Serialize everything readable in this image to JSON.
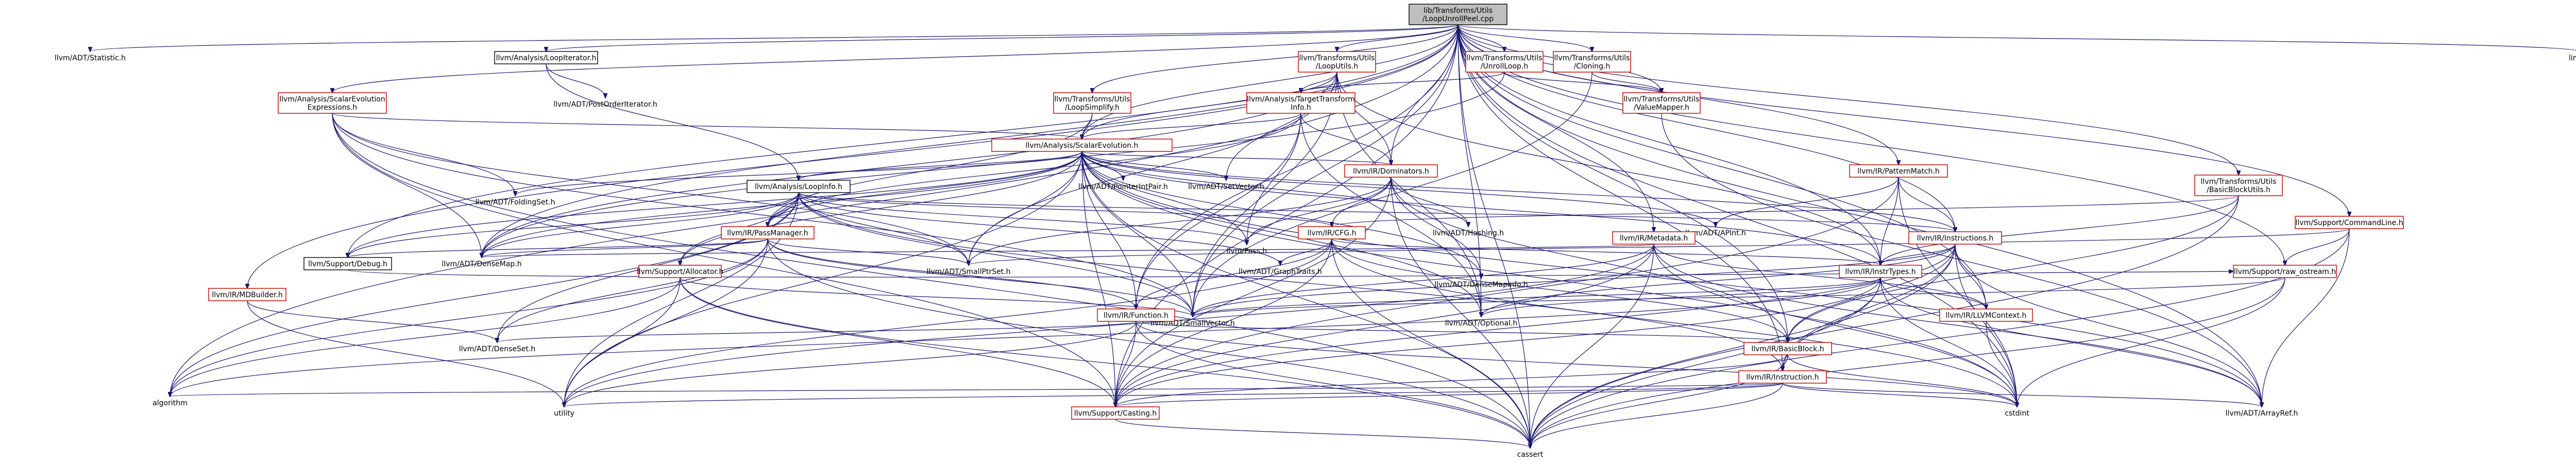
{
  "diagram": {
    "kind": "include-dependency-graph",
    "colors": {
      "edge": "#191970",
      "red_border": "#c00000",
      "root_fill": "#bfbfbf",
      "node_fill": "#ffffff"
    },
    "nodes": [
      {
        "id": "root",
        "label": [
          "lib/Transforms/Utils",
          "/LoopUnrollPeel.cpp"
        ],
        "style": "root"
      },
      {
        "id": "stat",
        "label": [
          "llvm/ADT/Statistic.h"
        ],
        "style": "plain"
      },
      {
        "id": "loopiter",
        "label": [
          "llvm/Analysis/LoopIterator.h"
        ],
        "style": "black"
      },
      {
        "id": "scevexp",
        "label": [
          "llvm/Analysis/ScalarEvolution",
          "Expressions.h"
        ],
        "style": "red"
      },
      {
        "id": "postorder",
        "label": [
          "llvm/ADT/PostOrderIterator.h"
        ],
        "style": "plain"
      },
      {
        "id": "tloop",
        "label": [
          "llvm/Transforms/Utils",
          "/LoopUtils.h"
        ],
        "style": "red"
      },
      {
        "id": "tsimplify",
        "label": [
          "llvm/Transforms/Utils",
          "/LoopSimplify.h"
        ],
        "style": "red"
      },
      {
        "id": "tunroll",
        "label": [
          "llvm/Transforms/Utils",
          "/UnrollLoop.h"
        ],
        "style": "red"
      },
      {
        "id": "tti",
        "label": [
          "llvm/Analysis/TargetTransform",
          "Info.h"
        ],
        "style": "red"
      },
      {
        "id": "tcloning",
        "label": [
          "llvm/Transforms/Utils",
          "/Cloning.h"
        ],
        "style": "red"
      },
      {
        "id": "tvaluemap",
        "label": [
          "llvm/Transforms/Utils",
          "/ValueMapper.h"
        ],
        "style": "red"
      },
      {
        "id": "limits",
        "label": [
          "limits"
        ],
        "style": "plain"
      },
      {
        "id": "scev",
        "label": [
          "llvm/Analysis/ScalarEvolution.h"
        ],
        "style": "red"
      },
      {
        "id": "foldset",
        "label": [
          "llvm/ADT/FoldingSet.h"
        ],
        "style": "plain"
      },
      {
        "id": "loopinfo",
        "label": [
          "llvm/Analysis/LoopInfo.h"
        ],
        "style": "black"
      },
      {
        "id": "ptrintpair",
        "label": [
          "llvm/ADT/PointerIntPair.h"
        ],
        "style": "plain"
      },
      {
        "id": "setvector",
        "label": [
          "llvm/ADT/SetVector.h"
        ],
        "style": "plain"
      },
      {
        "id": "dominators",
        "label": [
          "llvm/IR/Dominators.h"
        ],
        "style": "red"
      },
      {
        "id": "patmatch",
        "label": [
          "llvm/IR/PatternMatch.h"
        ],
        "style": "red"
      },
      {
        "id": "tbbutils",
        "label": [
          "llvm/Transforms/Utils",
          "/BasicBlockUtils.h"
        ],
        "style": "red"
      },
      {
        "id": "cmdline",
        "label": [
          "llvm/Support/CommandLine.h"
        ],
        "style": "red"
      },
      {
        "id": "passmgr",
        "label": [
          "llvm/IR/PassManager.h"
        ],
        "style": "red"
      },
      {
        "id": "pass",
        "label": [
          "llvm/Pass.h"
        ],
        "style": "plain"
      },
      {
        "id": "cfg",
        "label": [
          "llvm/IR/CFG.h"
        ],
        "style": "red"
      },
      {
        "id": "hashing",
        "label": [
          "llvm/ADT/Hashing.h"
        ],
        "style": "plain"
      },
      {
        "id": "apint",
        "label": [
          "llvm/ADT/APInt.h"
        ],
        "style": "plain"
      },
      {
        "id": "metadata",
        "label": [
          "llvm/IR/Metadata.h"
        ],
        "style": "red"
      },
      {
        "id": "instructions",
        "label": [
          "llvm/IR/Instructions.h"
        ],
        "style": "red"
      },
      {
        "id": "debug",
        "label": [
          "llvm/Support/Debug.h"
        ],
        "style": "black"
      },
      {
        "id": "densemap",
        "label": [
          "llvm/ADT/DenseMap.h"
        ],
        "style": "plain"
      },
      {
        "id": "smallptrset",
        "label": [
          "llvm/ADT/SmallPtrSet.h"
        ],
        "style": "plain"
      },
      {
        "id": "graphtraits",
        "label": [
          "llvm/ADT/GraphTraits.h"
        ],
        "style": "plain"
      },
      {
        "id": "densemapinfo",
        "label": [
          "llvm/ADT/DenseMapInfo.h"
        ],
        "style": "plain"
      },
      {
        "id": "insttypes",
        "label": [
          "llvm/IR/InstrTypes.h"
        ],
        "style": "red"
      },
      {
        "id": "rawostream",
        "label": [
          "llvm/Support/raw_ostream.h"
        ],
        "style": "red"
      },
      {
        "id": "allocator",
        "label": [
          "llvm/Support/Allocator.h"
        ],
        "style": "red"
      },
      {
        "id": "mdbuilder",
        "label": [
          "llvm/IR/MDBuilder.h"
        ],
        "style": "red"
      },
      {
        "id": "smallvector",
        "label": [
          "llvm/ADT/SmallVector.h"
        ],
        "style": "plain"
      },
      {
        "id": "optional",
        "label": [
          "llvm/ADT/Optional.h"
        ],
        "style": "plain"
      },
      {
        "id": "function",
        "label": [
          "llvm/IR/Function.h"
        ],
        "style": "red"
      },
      {
        "id": "llvmctx",
        "label": [
          "llvm/IR/LLVMContext.h"
        ],
        "style": "red"
      },
      {
        "id": "denseset",
        "label": [
          "llvm/ADT/DenseSet.h"
        ],
        "style": "plain"
      },
      {
        "id": "basicblock",
        "label": [
          "llvm/IR/BasicBlock.h"
        ],
        "style": "red"
      },
      {
        "id": "instruction",
        "label": [
          "llvm/IR/Instruction.h"
        ],
        "style": "red"
      },
      {
        "id": "algorithm",
        "label": [
          "algorithm"
        ],
        "style": "plain"
      },
      {
        "id": "utility",
        "label": [
          "utility"
        ],
        "style": "plain"
      },
      {
        "id": "casting",
        "label": [
          "llvm/Support/Casting.h"
        ],
        "style": "red"
      },
      {
        "id": "cstdint",
        "label": [
          "cstdint"
        ],
        "style": "plain"
      },
      {
        "id": "arrayref",
        "label": [
          "llvm/ADT/ArrayRef.h"
        ],
        "style": "plain"
      },
      {
        "id": "cassert",
        "label": [
          "cassert"
        ],
        "style": "plain"
      }
    ],
    "edges": [
      [
        "root",
        "stat"
      ],
      [
        "root",
        "loopiter"
      ],
      [
        "root",
        "scevexp"
      ],
      [
        "root",
        "tloop"
      ],
      [
        "root",
        "tsimplify"
      ],
      [
        "root",
        "tunroll"
      ],
      [
        "root",
        "tcloning"
      ],
      [
        "root",
        "tvaluemap"
      ],
      [
        "root",
        "limits"
      ],
      [
        "root",
        "scev"
      ],
      [
        "root",
        "dominators"
      ],
      [
        "root",
        "patmatch"
      ],
      [
        "root",
        "tbbutils"
      ],
      [
        "root",
        "cmdline"
      ],
      [
        "root",
        "rawostream"
      ],
      [
        "root",
        "debug"
      ],
      [
        "root",
        "mdbuilder"
      ],
      [
        "root",
        "densemap"
      ],
      [
        "root",
        "smallvector"
      ],
      [
        "root",
        "optional"
      ],
      [
        "root",
        "metadata"
      ],
      [
        "root",
        "instructions"
      ],
      [
        "root",
        "insttypes"
      ],
      [
        "root",
        "function"
      ],
      [
        "root",
        "basicblock"
      ],
      [
        "root",
        "llvmctx"
      ],
      [
        "root",
        "instruction"
      ],
      [
        "root",
        "cstdint"
      ],
      [
        "root",
        "arrayref"
      ],
      [
        "root",
        "cassert"
      ],
      [
        "root",
        "algorithm"
      ],
      [
        "root",
        "casting"
      ],
      [
        "loopiter",
        "postorder"
      ],
      [
        "loopiter",
        "loopinfo"
      ],
      [
        "scevexp",
        "scev"
      ],
      [
        "scevexp",
        "foldset"
      ],
      [
        "scevexp",
        "smallptrset"
      ],
      [
        "scevexp",
        "smallvector"
      ],
      [
        "scevexp",
        "casting"
      ],
      [
        "scevexp",
        "cassert"
      ],
      [
        "scevexp",
        "densemap"
      ],
      [
        "tloop",
        "tti"
      ],
      [
        "tloop",
        "dominators"
      ],
      [
        "tloop",
        "scev"
      ],
      [
        "tloop",
        "setvector"
      ],
      [
        "tloop",
        "smallvector"
      ],
      [
        "tloop",
        "densemap"
      ],
      [
        "tloop",
        "insttypes"
      ],
      [
        "tloop",
        "optional"
      ],
      [
        "tloop",
        "smallptrset"
      ],
      [
        "tsimplify",
        "scev"
      ],
      [
        "tsimplify",
        "passmgr"
      ],
      [
        "tunroll",
        "tvaluemap"
      ],
      [
        "tunroll",
        "densemap"
      ],
      [
        "tunroll",
        "tti"
      ],
      [
        "tti",
        "scev"
      ],
      [
        "tti",
        "passmgr"
      ],
      [
        "tti",
        "pass"
      ],
      [
        "tti",
        "function"
      ],
      [
        "tti",
        "optional"
      ],
      [
        "tti",
        "dominators"
      ],
      [
        "tcloning",
        "tvaluemap"
      ],
      [
        "tcloning",
        "smallvector"
      ],
      [
        "tvaluemap",
        "arrayref"
      ],
      [
        "scev",
        "foldset"
      ],
      [
        "scev",
        "loopinfo"
      ],
      [
        "scev",
        "ptrintpair"
      ],
      [
        "scev",
        "setvector"
      ],
      [
        "scev",
        "dominators"
      ],
      [
        "scev",
        "apint"
      ],
      [
        "scev",
        "passmgr"
      ],
      [
        "scev",
        "pass"
      ],
      [
        "scev",
        "hashing"
      ],
      [
        "scev",
        "densemap"
      ],
      [
        "scev",
        "smallptrset"
      ],
      [
        "scev",
        "smallvector"
      ],
      [
        "scev",
        "densemapinfo"
      ],
      [
        "scev",
        "optional"
      ],
      [
        "scev",
        "insttypes"
      ],
      [
        "scev",
        "function"
      ],
      [
        "scev",
        "allocator"
      ],
      [
        "scev",
        "casting"
      ],
      [
        "scev",
        "cstdint"
      ],
      [
        "scev",
        "instructions"
      ],
      [
        "scev",
        "utility"
      ],
      [
        "scev",
        "cassert"
      ],
      [
        "scev",
        "arrayref"
      ],
      [
        "scev",
        "debug"
      ],
      [
        "loopinfo",
        "passmgr"
      ],
      [
        "loopinfo",
        "pass"
      ],
      [
        "loopinfo",
        "cfg"
      ],
      [
        "loopinfo",
        "densemap"
      ],
      [
        "loopinfo",
        "smallptrset"
      ],
      [
        "loopinfo",
        "smallvector"
      ],
      [
        "loopinfo",
        "graphtraits"
      ],
      [
        "loopinfo",
        "instruction"
      ],
      [
        "loopinfo",
        "allocator"
      ],
      [
        "loopinfo",
        "algorithm"
      ],
      [
        "loopinfo",
        "utility"
      ],
      [
        "loopinfo",
        "denseset"
      ],
      [
        "loopinfo",
        "instructions"
      ],
      [
        "loopinfo",
        "debug"
      ],
      [
        "dominators",
        "cfg"
      ],
      [
        "dominators",
        "hashing"
      ],
      [
        "dominators",
        "pass"
      ],
      [
        "dominators",
        "densemapinfo"
      ],
      [
        "dominators",
        "smallptrset"
      ],
      [
        "dominators",
        "basicblock"
      ],
      [
        "dominators",
        "casting"
      ],
      [
        "dominators",
        "cassert"
      ],
      [
        "patmatch",
        "instructions"
      ],
      [
        "patmatch",
        "apint"
      ],
      [
        "patmatch",
        "insttypes"
      ],
      [
        "patmatch",
        "casting"
      ],
      [
        "patmatch",
        "cstdint"
      ],
      [
        "tbbutils",
        "cfg"
      ],
      [
        "tbbutils",
        "insttypes"
      ],
      [
        "tbbutils",
        "basicblock"
      ],
      [
        "tbbutils",
        "cassert"
      ],
      [
        "cmdline",
        "rawostream"
      ],
      [
        "cmdline",
        "smallptrset"
      ],
      [
        "cmdline",
        "arrayref"
      ],
      [
        "cmdline",
        "cassert"
      ],
      [
        "passmgr",
        "densemap"
      ],
      [
        "passmgr",
        "smallptrset"
      ],
      [
        "passmgr",
        "smallvector"
      ],
      [
        "passmgr",
        "function"
      ],
      [
        "passmgr",
        "debug"
      ],
      [
        "passmgr",
        "utility"
      ],
      [
        "passmgr",
        "algorithm"
      ],
      [
        "passmgr",
        "cassert"
      ],
      [
        "passmgr",
        "denseset"
      ],
      [
        "cfg",
        "graphtraits"
      ],
      [
        "cfg",
        "basicblock"
      ],
      [
        "cfg",
        "function"
      ],
      [
        "cfg",
        "insttypes"
      ],
      [
        "cfg",
        "casting"
      ],
      [
        "cfg",
        "cassert"
      ],
      [
        "cfg",
        "utility"
      ],
      [
        "cfg",
        "cstdint"
      ],
      [
        "metadata",
        "densemap"
      ],
      [
        "metadata",
        "smallvector"
      ],
      [
        "metadata",
        "llvmctx"
      ],
      [
        "metadata",
        "casting"
      ],
      [
        "metadata",
        "cstdint"
      ],
      [
        "metadata",
        "cassert"
      ],
      [
        "metadata",
        "utility"
      ],
      [
        "metadata",
        "arrayref"
      ],
      [
        "instructions",
        "insttypes"
      ],
      [
        "instructions",
        "basicblock"
      ],
      [
        "instructions",
        "instruction"
      ],
      [
        "instructions",
        "llvmctx"
      ],
      [
        "instructions",
        "casting"
      ],
      [
        "instructions",
        "cstdint"
      ],
      [
        "instructions",
        "cassert"
      ],
      [
        "instructions",
        "arrayref"
      ],
      [
        "instructions",
        "optional"
      ],
      [
        "instructions",
        "smallvector"
      ],
      [
        "debug",
        "rawostream"
      ],
      [
        "insttypes",
        "instruction"
      ],
      [
        "insttypes",
        "llvmctx"
      ],
      [
        "insttypes",
        "optional"
      ],
      [
        "insttypes",
        "smallvector"
      ],
      [
        "insttypes",
        "casting"
      ],
      [
        "insttypes",
        "cstdint"
      ],
      [
        "insttypes",
        "cassert"
      ],
      [
        "insttypes",
        "arrayref"
      ],
      [
        "insttypes",
        "algorithm"
      ],
      [
        "rawostream",
        "cassert"
      ],
      [
        "rawostream",
        "cstdint"
      ],
      [
        "rawostream",
        "smallvector"
      ],
      [
        "allocator",
        "smallvector"
      ],
      [
        "allocator",
        "casting"
      ],
      [
        "allocator",
        "utility"
      ],
      [
        "allocator",
        "algorithm"
      ],
      [
        "allocator",
        "cassert"
      ],
      [
        "mdbuilder",
        "denseset"
      ],
      [
        "mdbuilder",
        "utility"
      ],
      [
        "function",
        "basicblock"
      ],
      [
        "function",
        "denseset"
      ],
      [
        "function",
        "casting"
      ],
      [
        "function",
        "cassert"
      ],
      [
        "function",
        "cstdint"
      ],
      [
        "function",
        "utility"
      ],
      [
        "llvmctx",
        "cstdint"
      ],
      [
        "basicblock",
        "instruction"
      ],
      [
        "basicblock",
        "casting"
      ],
      [
        "basicblock",
        "cassert"
      ],
      [
        "basicblock",
        "cstdint"
      ],
      [
        "instruction",
        "casting"
      ],
      [
        "instruction",
        "utility"
      ],
      [
        "instruction",
        "algorithm"
      ],
      [
        "instruction",
        "cstdint"
      ],
      [
        "instruction",
        "cassert"
      ],
      [
        "instruction",
        "arrayref"
      ],
      [
        "casting",
        "cassert"
      ]
    ]
  }
}
